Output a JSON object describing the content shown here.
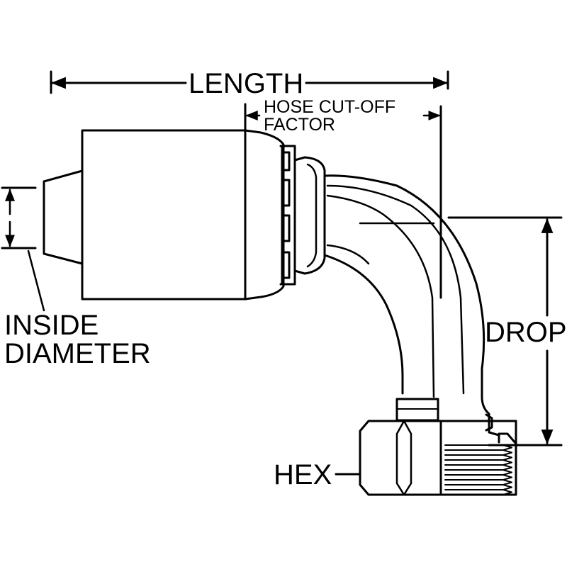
{
  "labels": {
    "length": "LENGTH",
    "hose_cutoff_line1": "HOSE CUT-OFF",
    "hose_cutoff_line2": "FACTOR",
    "inside_diameter_line1": "INSIDE",
    "inside_diameter_line2": "DIAMETER",
    "drop": "DROP",
    "hex": "HEX"
  },
  "colors": {
    "ink": "#000000",
    "background": "#ffffff"
  }
}
